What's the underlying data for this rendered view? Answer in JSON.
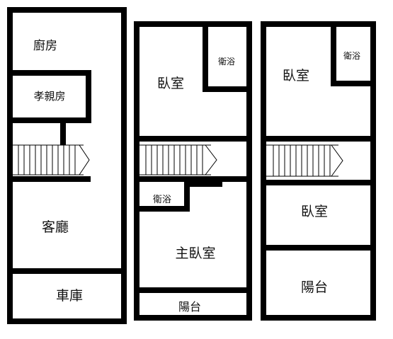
{
  "floors": [
    {
      "rooms": [
        {
          "id": "kitchen",
          "label": "廚房"
        },
        {
          "id": "elder-room",
          "label": "孝親房"
        },
        {
          "id": "living-room",
          "label": "客廳"
        },
        {
          "id": "garage",
          "label": "車庫"
        }
      ]
    },
    {
      "rooms": [
        {
          "id": "bedroom",
          "label": "臥室"
        },
        {
          "id": "bath-upper",
          "label": "衛浴"
        },
        {
          "id": "bath-lower",
          "label": "衛浴"
        },
        {
          "id": "master-bedroom",
          "label": "主臥室"
        },
        {
          "id": "balcony",
          "label": "陽台"
        }
      ]
    },
    {
      "rooms": [
        {
          "id": "bedroom-upper",
          "label": "臥室"
        },
        {
          "id": "bath",
          "label": "衛浴"
        },
        {
          "id": "bedroom-lower",
          "label": "臥室"
        },
        {
          "id": "balcony",
          "label": "陽台"
        }
      ]
    }
  ]
}
